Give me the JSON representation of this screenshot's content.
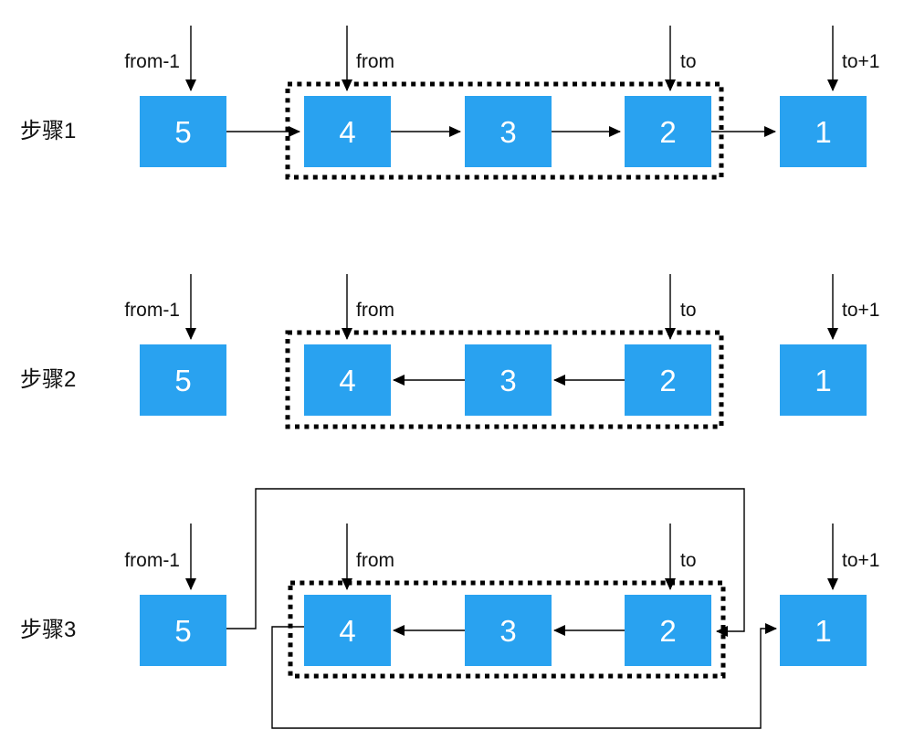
{
  "figure": {
    "type": "linked-list-reversal-steps",
    "node_color": "#29a2f0",
    "node_text_color": "#ffffff",
    "line_color": "#000000"
  },
  "rows": [
    {
      "step_label": "步骤1",
      "pointer_labels": [
        "from-1",
        "from",
        "to",
        "to+1"
      ],
      "nodes": [
        "5",
        "4",
        "3",
        "2",
        "1"
      ],
      "links": [
        "5→4",
        "4→3",
        "3→2",
        "2→1"
      ]
    },
    {
      "step_label": "步骤2",
      "pointer_labels": [
        "from-1",
        "from",
        "to",
        "to+1"
      ],
      "nodes": [
        "5",
        "4",
        "3",
        "2",
        "1"
      ],
      "links": [
        "2→3",
        "3→4"
      ]
    },
    {
      "step_label": "步骤3",
      "pointer_labels": [
        "from-1",
        "from",
        "to",
        "to+1"
      ],
      "nodes": [
        "5",
        "4",
        "3",
        "2",
        "1"
      ],
      "links": [
        "2→3",
        "3→4",
        "5→2",
        "4→1"
      ]
    }
  ]
}
